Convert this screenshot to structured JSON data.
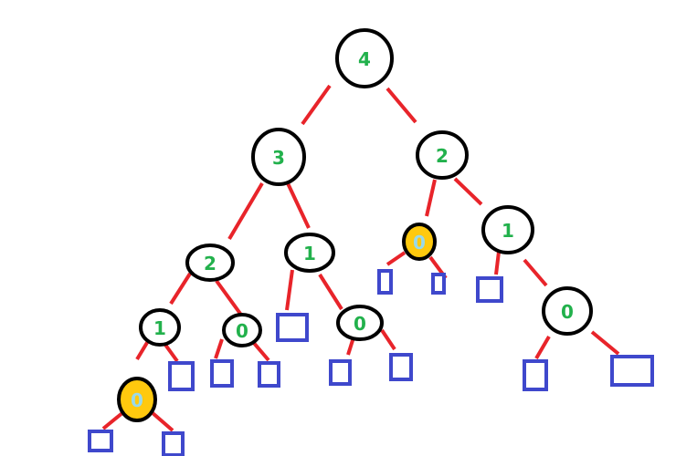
{
  "colors": {
    "edge": "#e8242a",
    "node_stroke": "#000000",
    "node_fill": "#ffffff",
    "highlight_fill": "#ffc90e",
    "label": "#22b14c",
    "highlight_label": "#99d9ea",
    "leaf_stroke": "#3f48cc"
  },
  "nodes": [
    {
      "id": "n4",
      "label": "4",
      "highlighted": false
    },
    {
      "id": "n3",
      "label": "3",
      "highlighted": false
    },
    {
      "id": "n2r",
      "label": "2",
      "highlighted": false
    },
    {
      "id": "n2l",
      "label": "2",
      "highlighted": false
    },
    {
      "id": "n1a",
      "label": "1",
      "highlighted": false
    },
    {
      "id": "n0hi",
      "label": "0",
      "highlighted": true
    },
    {
      "id": "n1r",
      "label": "1",
      "highlighted": false
    },
    {
      "id": "n1ll",
      "label": "1",
      "highlighted": false
    },
    {
      "id": "n0a",
      "label": "0",
      "highlighted": false
    },
    {
      "id": "n0b",
      "label": "0",
      "highlighted": false
    },
    {
      "id": "n0r",
      "label": "0",
      "highlighted": false
    },
    {
      "id": "n0hi2",
      "label": "0",
      "highlighted": true
    }
  ]
}
